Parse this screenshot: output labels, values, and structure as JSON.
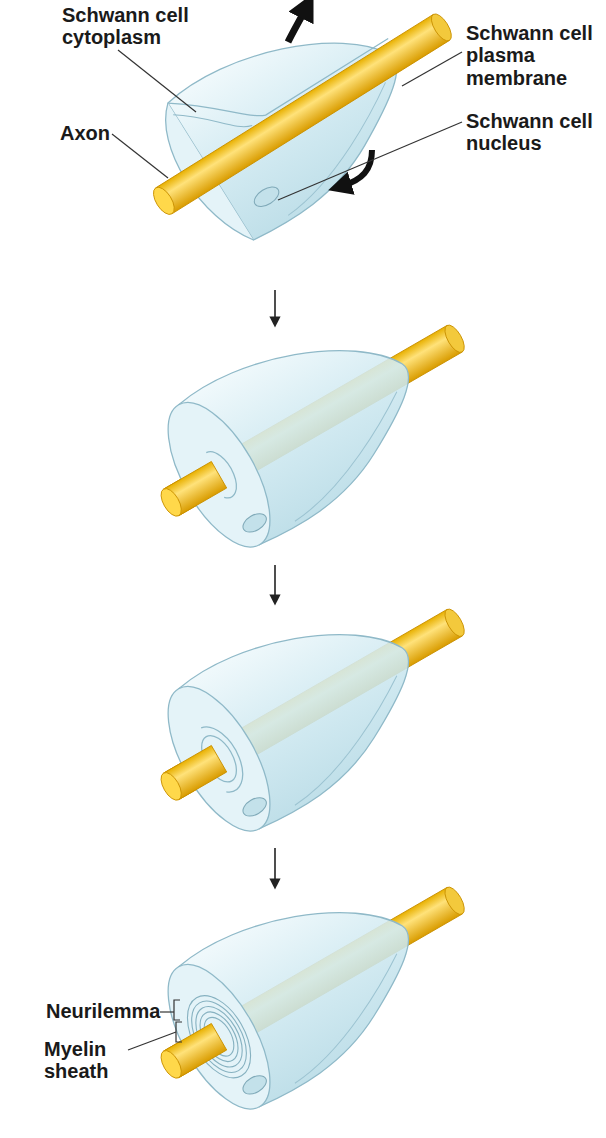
{
  "diagram": {
    "labels": [
      "Schwann cell cytoplasm",
      "Axon",
      "Schwann cell plasma membrane",
      "Schwann cell nucleus",
      "Neurilemma",
      "Myelin sheath"
    ]
  }
}
